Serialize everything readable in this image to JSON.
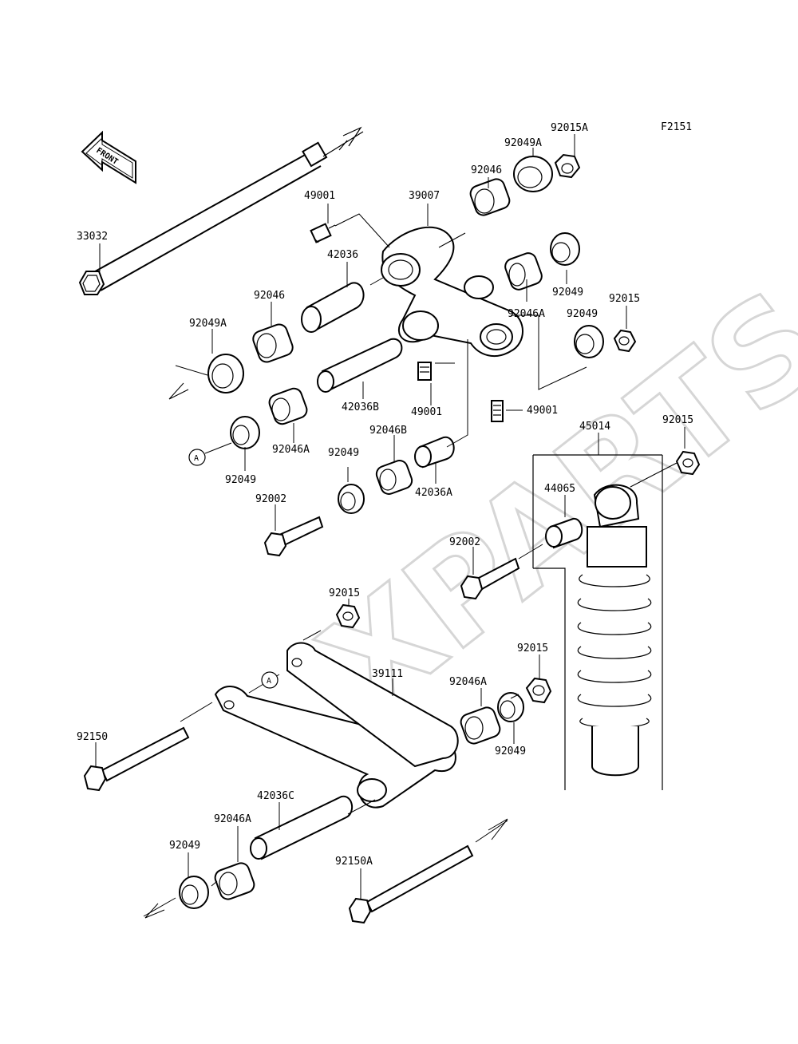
{
  "figure_code": "F2151",
  "front_tag": "FRONT",
  "watermark": "XPARTS",
  "ref_marker": "A",
  "parts": [
    {
      "no": "33032"
    },
    {
      "no": "49001"
    },
    {
      "no": "39007"
    },
    {
      "no": "92046"
    },
    {
      "no": "92049A"
    },
    {
      "no": "92015A"
    },
    {
      "no": "42036"
    },
    {
      "no": "92046"
    },
    {
      "no": "92049"
    },
    {
      "no": "92049A"
    },
    {
      "no": "92046A"
    },
    {
      "no": "92049"
    },
    {
      "no": "92015"
    },
    {
      "no": "42036B"
    },
    {
      "no": "49001"
    },
    {
      "no": "49001"
    },
    {
      "no": "92046A"
    },
    {
      "no": "92046B"
    },
    {
      "no": "92049"
    },
    {
      "no": "92049"
    },
    {
      "no": "42036A"
    },
    {
      "no": "45014"
    },
    {
      "no": "92015"
    },
    {
      "no": "92002"
    },
    {
      "no": "44065"
    },
    {
      "no": "92002"
    },
    {
      "no": "92015"
    },
    {
      "no": "92015"
    },
    {
      "no": "39111"
    },
    {
      "no": "92046A"
    },
    {
      "no": "92049"
    },
    {
      "no": "92150"
    },
    {
      "no": "42036C"
    },
    {
      "no": "92046A"
    },
    {
      "no": "92049"
    },
    {
      "no": "92150A"
    }
  ]
}
